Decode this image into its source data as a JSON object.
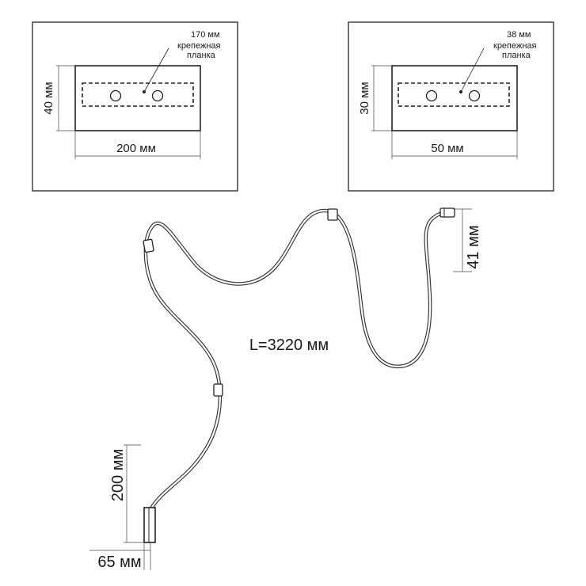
{
  "panel_left": {
    "leader_value": "170 мм",
    "leader_label_line1": "крепежная",
    "leader_label_line2": "планка",
    "height_dim": "40 мм",
    "width_dim": "200 мм"
  },
  "panel_right": {
    "leader_value": "38 мм",
    "leader_label_line1": "крепежная",
    "leader_label_line2": "планка",
    "height_dim": "30 мм",
    "width_dim": "50 мм"
  },
  "cable": {
    "length_label": "L=3220 мм",
    "end_dim": "41 мм",
    "base_height_dim": "200 мм",
    "base_width_dim": "65 мм"
  }
}
